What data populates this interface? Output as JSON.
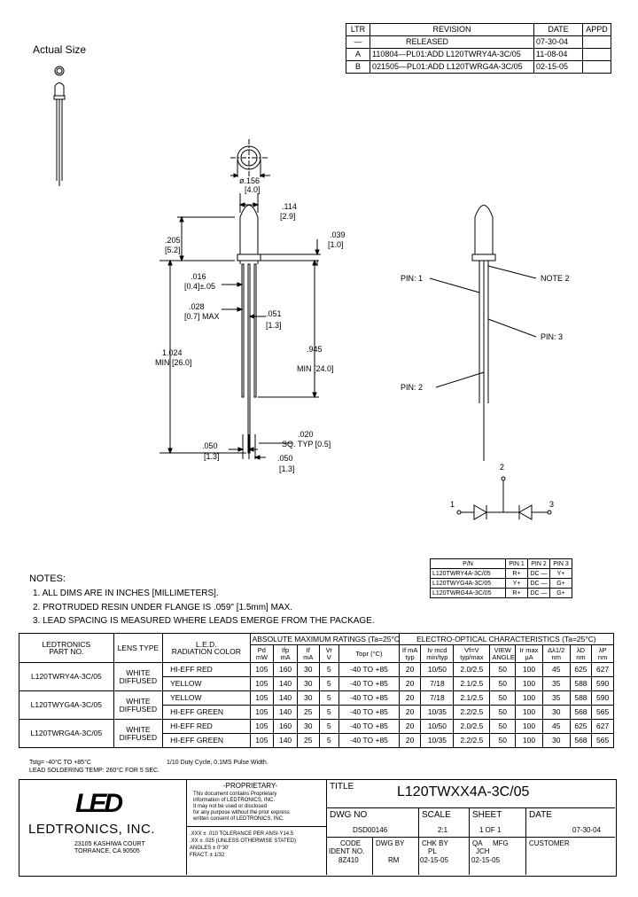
{
  "revision_table": {
    "headers": [
      "LTR",
      "REVISION",
      "DATE",
      "APPD"
    ],
    "rows": [
      [
        "—",
        "RELEASED",
        "07-30-04",
        ""
      ],
      [
        "A",
        "110804—PL01:ADD L120TWRY4A-3C/05",
        "11-08-04",
        ""
      ],
      [
        "B",
        "021505—PL01:ADD L120TWRG4A-3C/05",
        "02-15-05",
        ""
      ]
    ]
  },
  "actual_size_label": "Actual Size",
  "dims": {
    "d156": "ø.156",
    "d156mm": "[4.0]",
    "d114": ".114",
    "d114mm": "[2.9]",
    "d205": ".205",
    "d205mm": "[5.2]",
    "d039": ".039",
    "d039mm": "[1.0]",
    "d016": ".016",
    "d016mm": "[0.4]±.05",
    "d028": ".028",
    "d028mm": "[0.7] MAX",
    "d051": ".051",
    "d051mm": "[1.3]",
    "d1024": "1.024",
    "d1024mm": "MIN [26.0]",
    "d945": ".945",
    "d945mm": "MIN [24.0]",
    "d050a": ".050",
    "d050amm": "[1.3]",
    "d020": ".020",
    "d020mm": "SQ. TYP [0.5]",
    "d050b": ".050",
    "d050bmm": "[1.3]"
  },
  "pins": {
    "pin1": "PIN: 1",
    "pin2": "PIN: 2",
    "pin3": "PIN: 3",
    "note2": "NOTE 2",
    "sch1": "1",
    "sch2": "2",
    "sch3": "3"
  },
  "pin_table": {
    "headers": [
      "P/N",
      "PIN 1",
      "PIN 2",
      "PIN 3"
    ],
    "rows": [
      [
        "L120TWRY4A-3C/05",
        "R+",
        "DC —",
        "Y+"
      ],
      [
        "L120TWYG4A-3C/05",
        "Y+",
        "DC —",
        "G+"
      ],
      [
        "L120TWRG4A-3C/05",
        "R+",
        "DC —",
        "G+"
      ]
    ]
  },
  "notes": {
    "title": "NOTES:",
    "items": [
      "1.  ALL DIMS ARE IN INCHES [MILLIMETERS].",
      "2.  PROTRUDED RESIN UNDER FLANGE IS .059\" [1.5mm] MAX.",
      "3.  LEAD SPACING IS MEASURED WHERE LEADS EMERGE FROM THE PACKAGE."
    ]
  },
  "spec_table": {
    "h_part1": "LEDTRONICS",
    "h_part2": "PART NO.",
    "h_lens": "LENS TYPE",
    "h_led1": "L.E.D.",
    "h_led2": "RADIATION COLOR",
    "h_abs": "ABSOLUTE MAXIMUM RATINGS (Ta=25°C)",
    "h_eo": "ELECTRO-OPTICAL CHARACTERISTICS (Ta=25°C)",
    "h_cols": [
      [
        "Pd",
        "mW"
      ],
      [
        "Ifp",
        "mA"
      ],
      [
        "If",
        "mA"
      ],
      [
        "Vr",
        "V"
      ],
      [
        "Topr (°C)",
        ""
      ],
      [
        "If mA",
        "typ"
      ],
      [
        "Iv mcd",
        "min/typ"
      ],
      [
        "Vf=V",
        "typ/max"
      ],
      [
        "VIEW",
        "ANGLE"
      ],
      [
        "Ir max",
        "µA"
      ],
      [
        "Δλ1/2",
        "nm"
      ],
      [
        "λD",
        "nm"
      ],
      [
        "λP",
        "nm"
      ]
    ],
    "groups": [
      {
        "part": "L120TWRY4A-3C/05",
        "lens": [
          "WHITE",
          "DIFFUSED"
        ],
        "rows": [
          [
            "HI-EFF RED",
            "105",
            "160",
            "30",
            "5",
            "-40 TO +85",
            "20",
            "10/50",
            "2.0/2.5",
            "50",
            "100",
            "45",
            "625",
            "627"
          ],
          [
            "YELLOW",
            "105",
            "140",
            "30",
            "5",
            "-40 TO +85",
            "20",
            "7/18",
            "2.1/2.5",
            "50",
            "100",
            "35",
            "588",
            "590"
          ]
        ]
      },
      {
        "part": "L120TWYG4A-3C/05",
        "lens": [
          "WHITE",
          "DIFFUSED"
        ],
        "rows": [
          [
            "YELLOW",
            "105",
            "140",
            "30",
            "5",
            "-40 TO +85",
            "20",
            "7/18",
            "2.1/2.5",
            "50",
            "100",
            "35",
            "588",
            "590"
          ],
          [
            "HI-EFF GREEN",
            "105",
            "140",
            "25",
            "5",
            "-40 TO +85",
            "20",
            "10/35",
            "2.2/2.5",
            "50",
            "100",
            "30",
            "568",
            "565"
          ]
        ]
      },
      {
        "part": "L120TWRG4A-3C/05",
        "lens": [
          "WHITE",
          "DIFFUSED"
        ],
        "rows": [
          [
            "HI-EFF RED",
            "105",
            "160",
            "30",
            "5",
            "-40 TO +85",
            "20",
            "10/50",
            "2.0/2.5",
            "50",
            "100",
            "45",
            "625",
            "627"
          ],
          [
            "HI-EFF GREEN",
            "105",
            "140",
            "25",
            "5",
            "-40 TO +85",
            "20",
            "10/35",
            "2.2/2.5",
            "50",
            "100",
            "30",
            "568",
            "565"
          ]
        ]
      }
    ]
  },
  "footnotes": {
    "line1a": "Tstg= -40°C TO +85°C",
    "line1b": "1/10 Duty Cycle, 0.1MS Pulse Width.",
    "line2": "LEAD SOLDERING TEMP: 260°C FOR 5 SEC."
  },
  "title_block": {
    "company": "LEDTRONICS, INC.",
    "logo_text": "LED",
    "address1": "23105 KASHIWA COURT",
    "address2": "TORRANCE, CA 90505",
    "proprietary_title": "-PROPRIETARY-",
    "proprietary_lines": [
      "This document contains Proprietary",
      "information of LEDTRONICS, INC.",
      "It may not be used or disclosed",
      "for any purpose without the prior express",
      "written consent of LEDTRONICS, INC."
    ],
    "tol_lines": [
      ".XXX ± .010   TOLERANCE PER ANSI-Y14.5",
      ".XX ± .025    (UNLESS OTHERWISE STATED)",
      "ANGLES ± 0°30'",
      "FRACT. ± 1/32"
    ],
    "title_label": "TITLE",
    "title_value": "L120TWXX4A-3C/05",
    "dwg_label": "DWG NO",
    "dwg_value": "DSD00146",
    "scale_label": "SCALE",
    "scale_value": "2:1",
    "sheet_label": "SHEET",
    "sheet_value": "1 OF 1",
    "date_label": "DATE",
    "date_value": "07-30-04",
    "code_label1": "CODE",
    "code_label2": "IDENT NO.",
    "code_value": "8Z410",
    "dwgby_label": "DWG BY",
    "dwgby_value": "RM",
    "chkby_label": "CHK BY",
    "chkby_value1": "PL",
    "chkby_value2": "02-15-05",
    "qa_label": "QA",
    "qa_value1": "JCH",
    "qa_value2": "02-15-05",
    "mfg_label": "MFG",
    "customer_label": "CUSTOMER"
  }
}
